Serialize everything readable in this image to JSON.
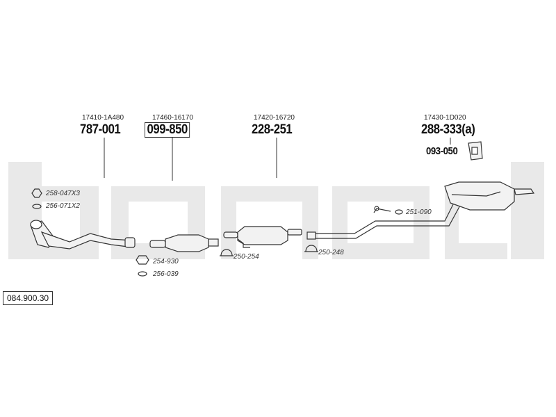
{
  "header_labels": [
    {
      "ref": "17410-1A480",
      "part": "787-001",
      "boxed": false
    },
    {
      "ref": "17460-16170",
      "part": "099-850",
      "boxed": true
    },
    {
      "ref": "17420-16720",
      "part": "228-251",
      "boxed": false
    },
    {
      "ref": "17430-1D020",
      "part": "288-333(a)",
      "boxed": false
    }
  ],
  "extra_part": "093-050",
  "accessories": {
    "a1": "258-047X3",
    "a2": "256-071X2",
    "a3": "254-930",
    "a4": "256-039",
    "a5": "250-254",
    "a6": "250-248",
    "a7": "251-090"
  },
  "catalog_number": "084.900.30",
  "watermark_text": "bosal",
  "colors": {
    "watermark": "#e8e8e8",
    "line": "#333333",
    "part_fill": "#f2f2f2"
  }
}
